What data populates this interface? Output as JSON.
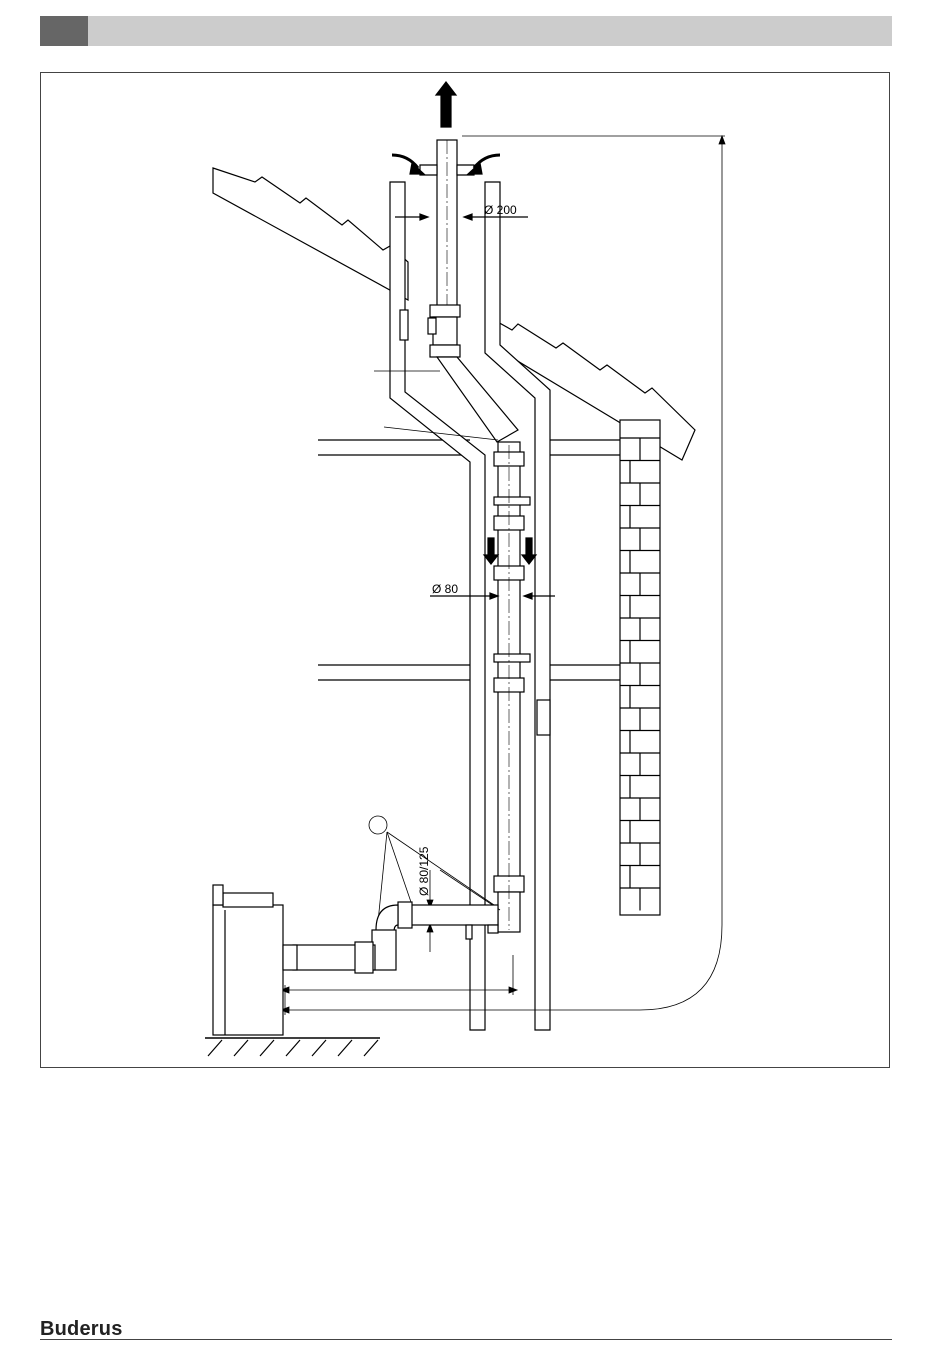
{
  "header": {
    "accent": "#666666",
    "bar": "#cccccc"
  },
  "diagram": {
    "labels": {
      "dia_outer": "Ø 200",
      "dia_flue": "Ø 80",
      "dia_concentric": "Ø 80/125"
    }
  },
  "footer": {
    "brand": "Buderus"
  }
}
